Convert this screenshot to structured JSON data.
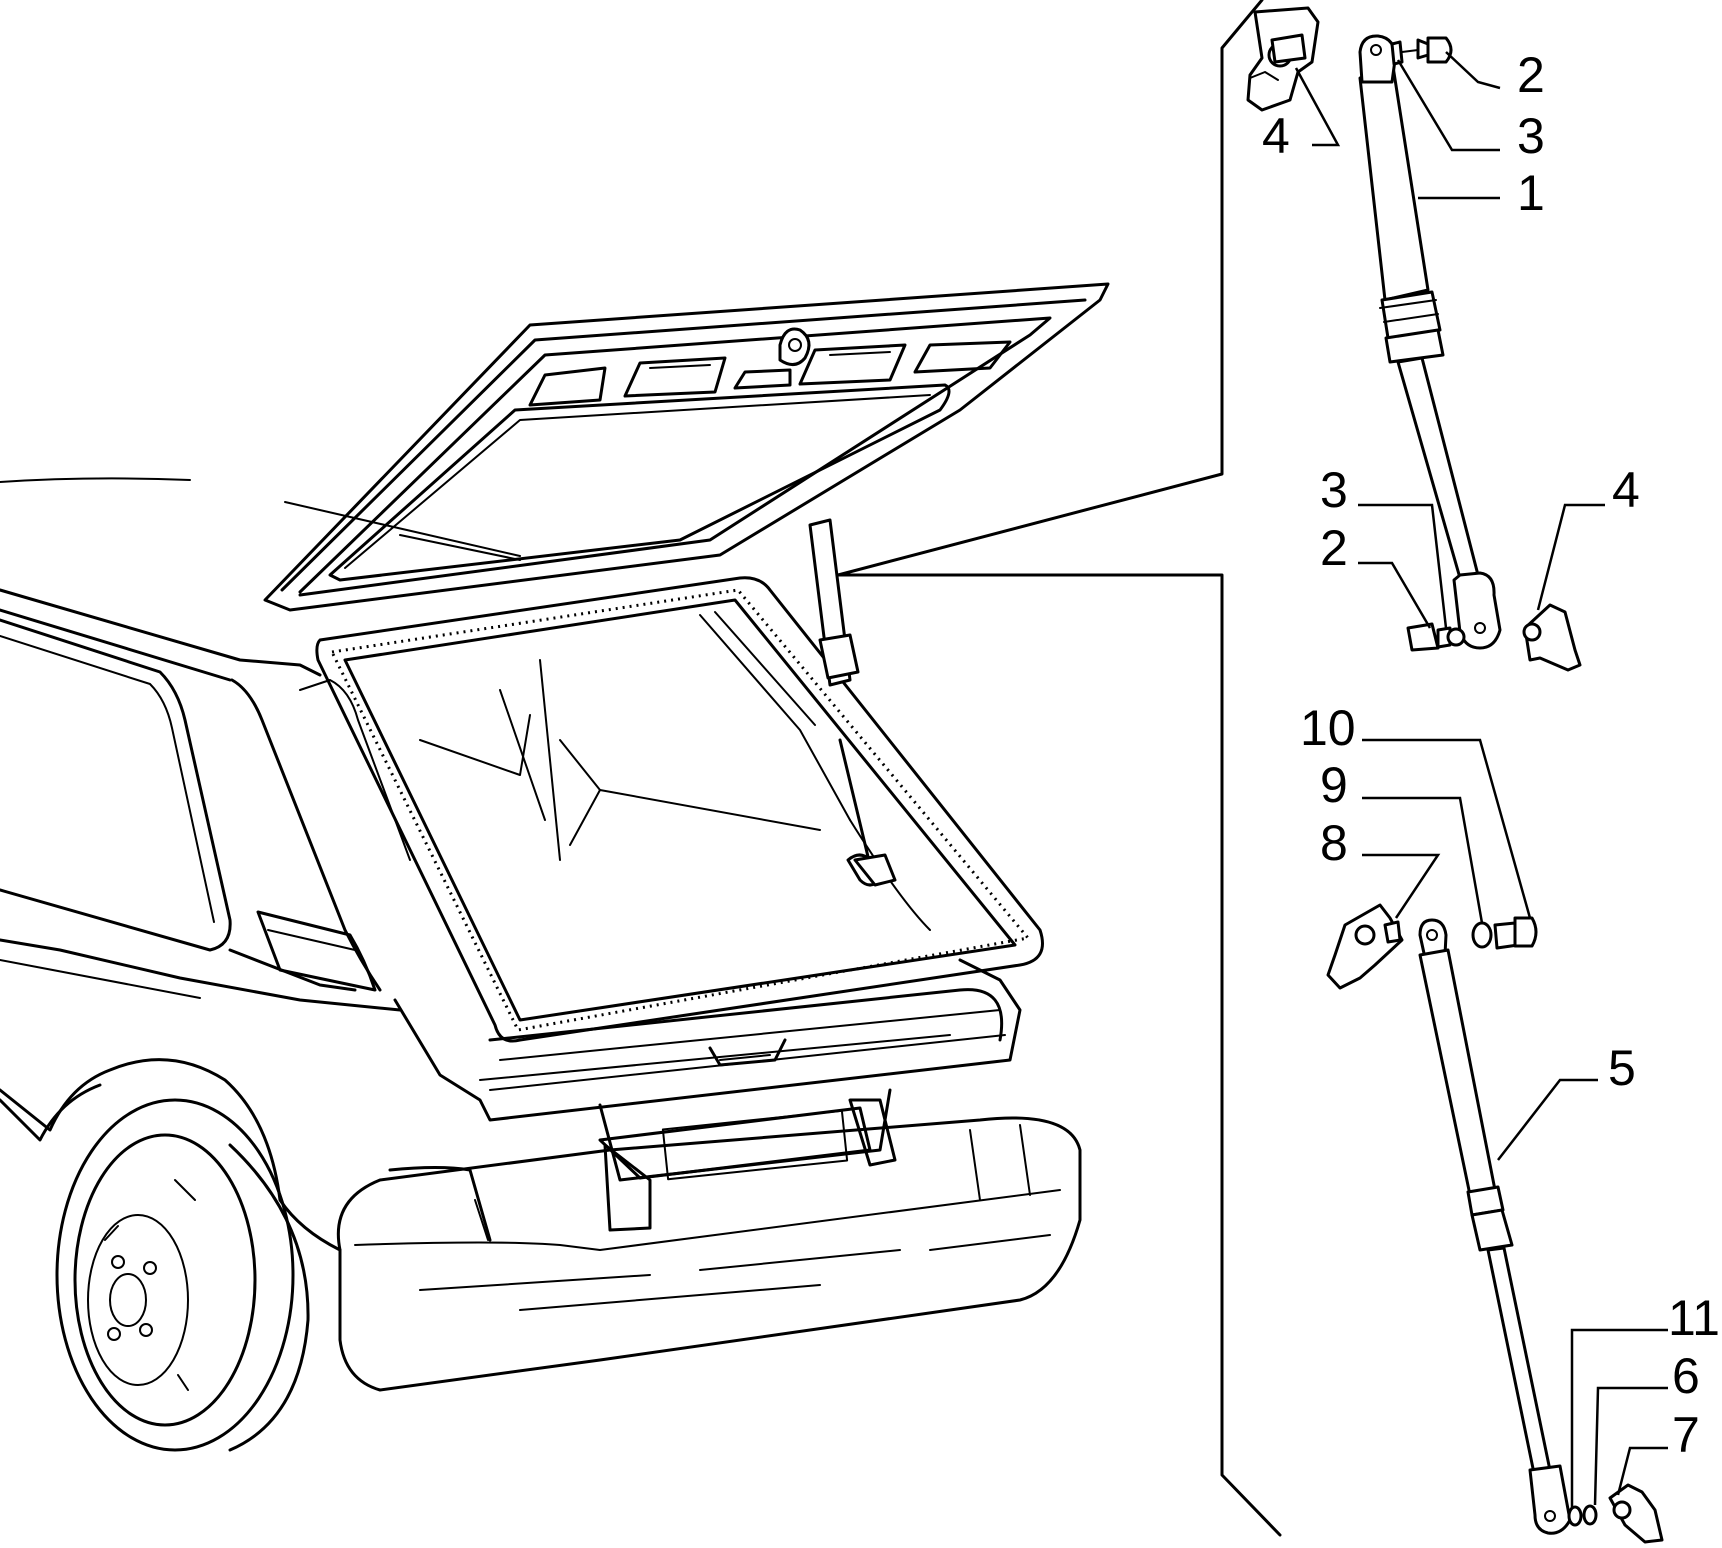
{
  "callouts": [
    {
      "id": "c2-top",
      "text": "2"
    },
    {
      "id": "c3-top",
      "text": "3"
    },
    {
      "id": "c1",
      "text": "1"
    },
    {
      "id": "c4-top",
      "text": "4"
    },
    {
      "id": "c3-mid",
      "text": "3"
    },
    {
      "id": "c2-mid",
      "text": "2"
    },
    {
      "id": "c4-mid",
      "text": "4"
    },
    {
      "id": "c10",
      "text": "10"
    },
    {
      "id": "c9",
      "text": "9"
    },
    {
      "id": "c8",
      "text": "8"
    },
    {
      "id": "c5",
      "text": "5"
    },
    {
      "id": "c11",
      "text": "11"
    },
    {
      "id": "c6",
      "text": "6"
    },
    {
      "id": "c7",
      "text": "7"
    }
  ]
}
